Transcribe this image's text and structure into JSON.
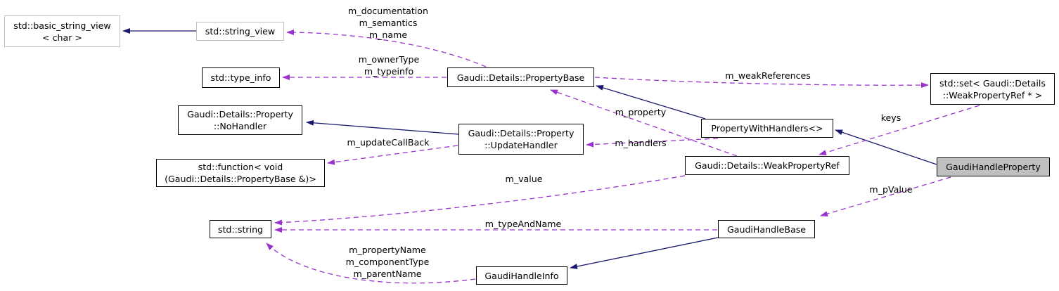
{
  "diagram_type": "class-collaboration-graph",
  "colors": {
    "background": "#ffffff",
    "solid_edge": "#191970",
    "dashed_edge": "#9a32cd",
    "node_border": "#000000",
    "external_node_border": "#bfbfbf",
    "focus_node_fill": "#bfbfbf",
    "node_fill": "#ffffff",
    "text": "#000000"
  },
  "nodes": [
    {
      "id": "basic-string-view",
      "lines": [
        "std::basic_string_view",
        "< char >"
      ]
    },
    {
      "id": "string-view",
      "lines": [
        "std::string_view"
      ]
    },
    {
      "id": "type-info",
      "lines": [
        "std::type_info"
      ]
    },
    {
      "id": "property-base",
      "lines": [
        "Gaudi::Details::PropertyBase"
      ]
    },
    {
      "id": "property-no-handler",
      "lines": [
        "Gaudi::Details::Property",
        "::NoHandler"
      ]
    },
    {
      "id": "property-update-handler",
      "lines": [
        "Gaudi::Details::Property",
        "::UpdateHandler"
      ]
    },
    {
      "id": "std-function",
      "lines": [
        "std::function< void",
        "(Gaudi::Details::PropertyBase &)>"
      ]
    },
    {
      "id": "property-with-handlers",
      "lines": [
        "PropertyWithHandlers<>"
      ]
    },
    {
      "id": "weak-property-ref",
      "lines": [
        "Gaudi::Details::WeakPropertyRef"
      ]
    },
    {
      "id": "std-set-weak-property-ref",
      "lines": [
        "std::set< Gaudi::Details",
        "::WeakPropertyRef * >"
      ]
    },
    {
      "id": "gaudi-handle-property",
      "lines": [
        "GaudiHandleProperty"
      ]
    },
    {
      "id": "gaudi-handle-base",
      "lines": [
        "GaudiHandleBase"
      ]
    },
    {
      "id": "gaudi-handle-info",
      "lines": [
        "GaudiHandleInfo"
      ]
    },
    {
      "id": "std-string",
      "lines": [
        "std::string"
      ]
    }
  ],
  "edge_labels": {
    "string_view_members": [
      "m_documentation",
      "m_semantics",
      "m_name"
    ],
    "type_info_members": [
      "m_ownerType",
      "m_typeinfo"
    ],
    "weak_references": "m_weakReferences",
    "property": "m_property",
    "handlers": "m_handlers",
    "update_callback": "m_updateCallBack",
    "keys": "keys",
    "value": "m_value",
    "p_value": "m_pValue",
    "type_and_name": "m_typeAndName",
    "handle_info_members": [
      "m_propertyName",
      "m_componentType",
      "m_parentName"
    ]
  }
}
